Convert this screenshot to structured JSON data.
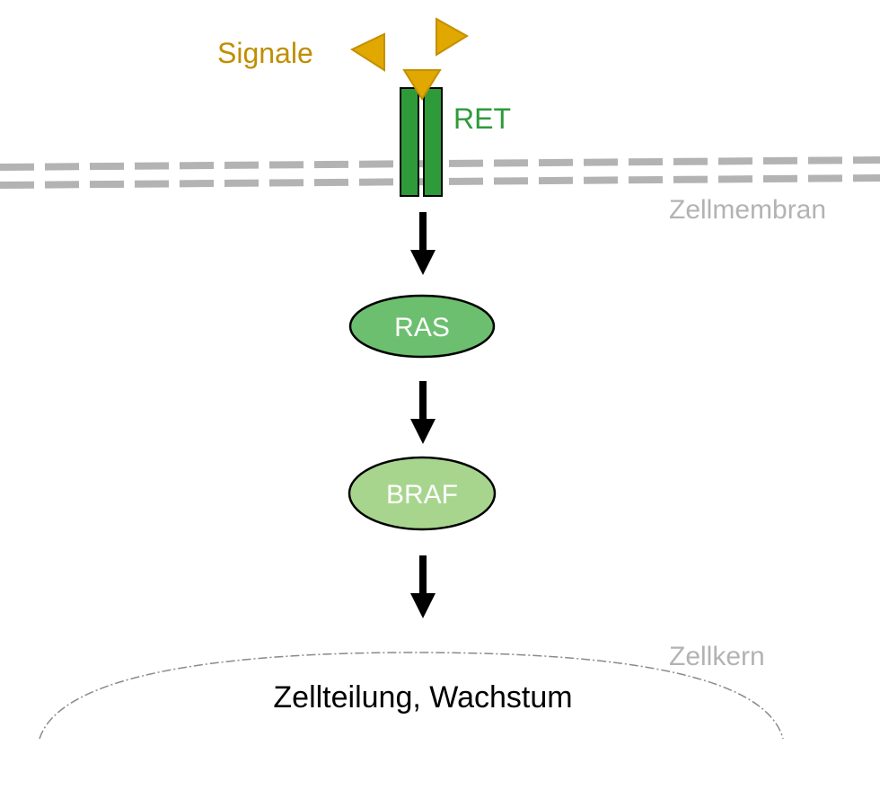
{
  "labels": {
    "signals": "Signale",
    "receptor": "RET",
    "membrane": "Zellmembran",
    "nucleus": "Zellkern",
    "outcome": "Zellteilung, Wachstum"
  },
  "nodes": {
    "ras": "RAS",
    "braf": "BRAF"
  },
  "colors": {
    "signal": "#e0a800",
    "signal_text": "#bf8f00",
    "receptor": "#2e9a3a",
    "receptor_text": "#2e9a3a",
    "ras_fill": "#6cbf6e",
    "braf_fill": "#a8d58e",
    "membrane": "#b3b3b3",
    "muted_text": "#b3b3b3",
    "arrow": "#000000"
  }
}
